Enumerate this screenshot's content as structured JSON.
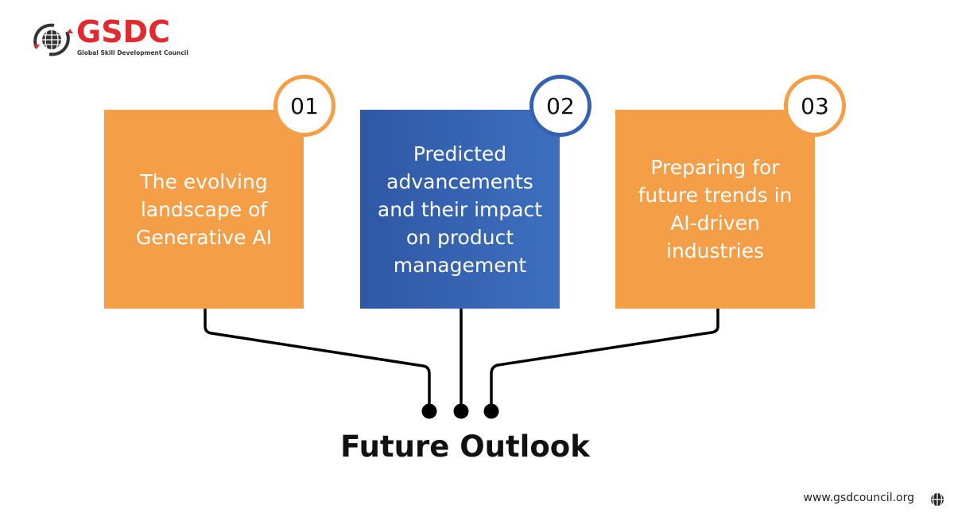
{
  "brand": {
    "name": "GSDC",
    "tagline": "Global Skill Development Council",
    "color": "#e02a2f"
  },
  "cards": [
    {
      "number": "01",
      "lines": [
        "The evolving",
        "landscape of",
        "Generative AI"
      ],
      "color": "#f59e48"
    },
    {
      "number": "02",
      "lines": [
        "Predicted",
        "advancements",
        "and their impact",
        "on product",
        "management"
      ],
      "color": "#3462b0"
    },
    {
      "number": "03",
      "lines": [
        "Preparing for",
        "future trends in",
        "AI-driven",
        "industries"
      ],
      "color": "#f59e48"
    }
  ],
  "title": "Future Outlook",
  "footer": {
    "url": "www.gsdcouncil.org",
    "icon": "globe-icon"
  }
}
